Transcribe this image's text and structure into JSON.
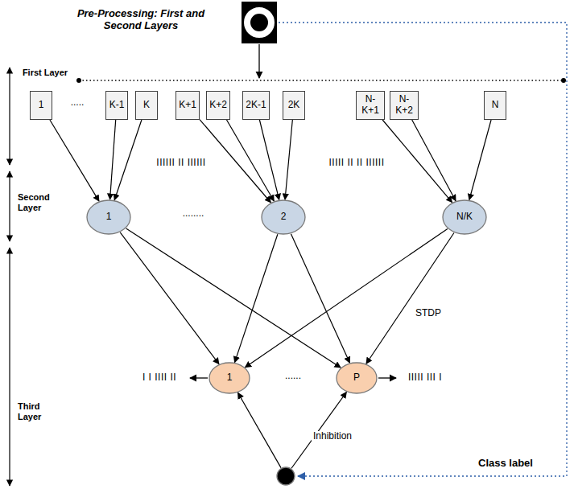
{
  "diagram": {
    "nodes": [
      {
        "text": [
          "1"
        ]
      },
      {
        "text": [
          "K-1"
        ]
      },
      {
        "text": [
          "K"
        ]
      },
      {
        "text": [
          "K+1"
        ]
      },
      {
        "text": [
          "K+2"
        ]
      },
      {
        "text": [
          "2K-1"
        ]
      },
      {
        "text": [
          "2K"
        ]
      },
      {
        "text": [
          "N-K+1"
        ]
      },
      {
        "text": [
          "N-K+2"
        ]
      },
      {
        "text": [
          "N"
        ]
      },
      {
        "text": [
          "1"
        ]
      },
      {
        "text": [
          "2"
        ]
      },
      {
        "text": [
          "N/K"
        ]
      },
      {
        "text": [
          "1"
        ]
      },
      {
        "text": [
          "P"
        ]
      },
      {
        "text": [
          "Inhibition"
        ]
      }
    ],
    "edges": [
      {
        "from": 0,
        "to": 10,
        "arrow": "to"
      },
      {
        "from": 1,
        "to": 10,
        "arrow": "to"
      },
      {
        "from": 2,
        "to": 10,
        "arrow": "to"
      },
      {
        "from": 3,
        "to": 11,
        "arrow": "to"
      },
      {
        "from": 4,
        "to": 11,
        "arrow": "to"
      },
      {
        "from": 5,
        "to": 11,
        "arrow": "to"
      },
      {
        "from": 6,
        "to": 11,
        "arrow": "to"
      },
      {
        "from": 7,
        "to": 12,
        "arrow": "to"
      },
      {
        "from": 8,
        "to": 12,
        "arrow": "to"
      },
      {
        "from": 9,
        "to": 12,
        "arrow": "to"
      },
      {
        "from": 10,
        "to": 13,
        "arrow": "to"
      },
      {
        "from": 10,
        "to": 14,
        "arrow": "to"
      },
      {
        "from": 11,
        "to": 13,
        "arrow": "to"
      },
      {
        "from": 11,
        "to": 14,
        "arrow": "to"
      },
      {
        "from": 12,
        "to": 13,
        "arrow": "to"
      },
      {
        "from": 12,
        "to": 14,
        "arrow": "to"
      },
      {
        "from": 15,
        "to": 13,
        "arrow": "to"
      },
      {
        "from": 15,
        "to": 14,
        "arrow": "to"
      }
    ],
    "labels": [
      "Pre-Processing: First and Second Layers",
      "First Layer",
      "Second Layer",
      "Third Layer",
      ".....",
      "IIIIII II IIIIII",
      "IIIII II II IIIIII",
      "........",
      "STDP",
      "I I IIII II",
      "......",
      "IIIII III I",
      "Class label"
    ]
  }
}
